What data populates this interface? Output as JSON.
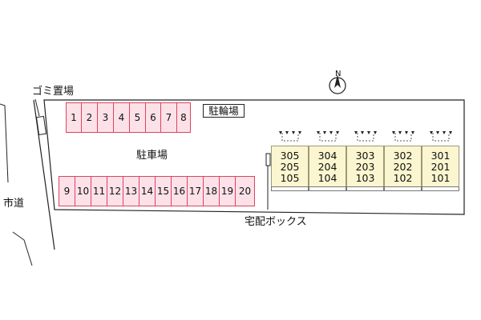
{
  "map": {
    "garbage_label": "ゴミ置場",
    "bicycle_label": "駐輪場",
    "parking_label": "駐車場",
    "road_label": "市道",
    "delivery_box_label": "宅配ボックス",
    "north_label": "N",
    "top_row_spots": [
      "1",
      "2",
      "3",
      "4",
      "5",
      "6",
      "7",
      "8"
    ],
    "bottom_row_spots": [
      "9",
      "10",
      "11",
      "12",
      "13",
      "14",
      "15",
      "16",
      "17",
      "18",
      "19",
      "20"
    ],
    "buildings": [
      {
        "floor3": "305",
        "floor2": "205",
        "floor1": "105"
      },
      {
        "floor3": "304",
        "floor2": "204",
        "floor1": "104"
      },
      {
        "floor3": "303",
        "floor2": "203",
        "floor1": "103"
      },
      {
        "floor3": "302",
        "floor2": "202",
        "floor1": "102"
      },
      {
        "floor3": "301",
        "floor2": "201",
        "floor1": "101"
      }
    ],
    "colors": {
      "parking_fill": "#fde1e8",
      "parking_border": "#d9455f",
      "building_fill": "#fbf6cf"
    }
  }
}
